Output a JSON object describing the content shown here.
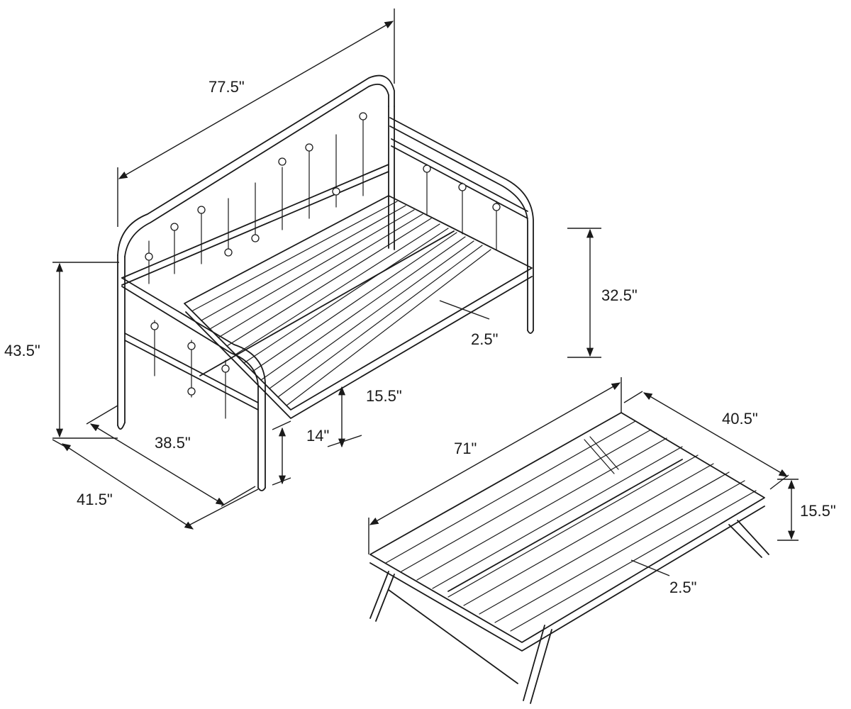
{
  "daybed": {
    "dimensions": {
      "length": "77.5\"",
      "total_height": "43.5\"",
      "arm_height": "32.5\"",
      "outer_width": "41.5\"",
      "inner_width": "38.5\"",
      "slat_spacing": "2.5\"",
      "deck_height": "15.5\"",
      "clearance": "14\""
    }
  },
  "trundle": {
    "dimensions": {
      "length": "71\"",
      "width": "40.5\"",
      "height": "15.5\"",
      "slat_spacing": "2.5\""
    }
  }
}
